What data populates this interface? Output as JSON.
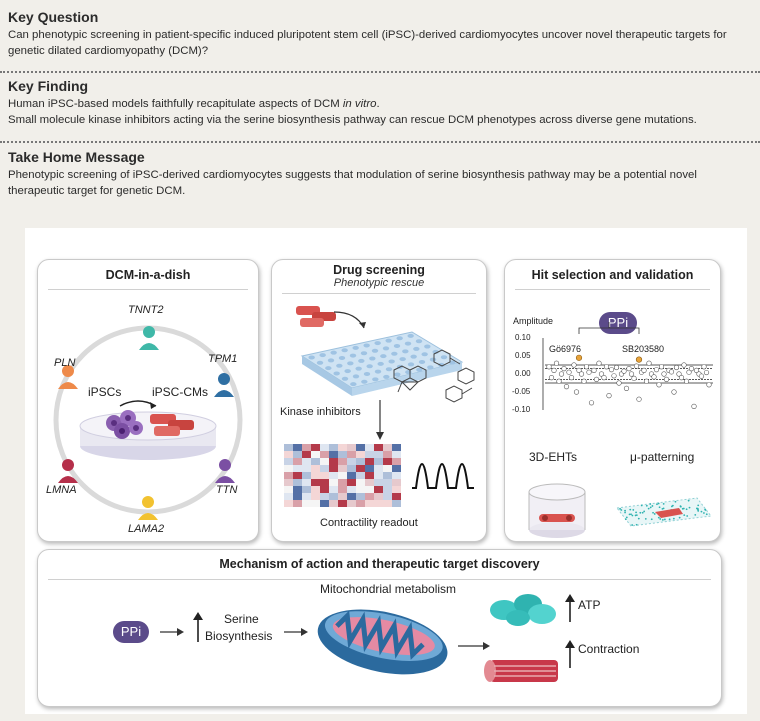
{
  "key_question": {
    "heading": "Key Question",
    "text": "Can phenotypic screening in patient-specific induced pluripotent stem cell (iPSC)-derived cardiomyocytes uncover novel therapeutic targets for genetic dilated cardiomyopathy (DCM)?"
  },
  "key_finding": {
    "heading": "Key Finding",
    "line1_pre": "Human iPSC-based models faithfully recapitulate aspects of DCM ",
    "line1_em": "in vitro",
    "line1_post": ".",
    "line2": "Small molecule kinase inhibitors acting via the serine biosynthesis pathway can rescue DCM phenotypes across diverse gene mutations."
  },
  "take_home": {
    "heading": "Take Home Message",
    "text": "Phenotypic screening of iPSC-derived cardiomyocytes suggests that modulation of serine biosynthesis pathway may be a potential novel therapeutic target for genetic DCM."
  },
  "panel_dcm": {
    "title": "DCM-in-a-dish",
    "genes": [
      "TNNT2",
      "TPM1",
      "TTN",
      "LAMA2",
      "LMNA",
      "PLN"
    ],
    "ipscs": "iPSCs",
    "ipsc_cms": "iPSC-CMs"
  },
  "panel_drug": {
    "title": "Drug screening",
    "subtitle": "Phenotypic rescue",
    "kinase": "Kinase inhibitors",
    "readout": "Contractility readout"
  },
  "panel_hit": {
    "title": "Hit selection and validation",
    "ylabel": "Amplitude",
    "pill": "PPi",
    "hit1": "Gö6976",
    "hit2": "SB203580",
    "ehts": "3D-EHTs",
    "patterning": "μ-patterning"
  },
  "mechanism": {
    "title": "Mechanism of action and therapeutic target discovery",
    "pill": "PPi",
    "serine1": "Serine",
    "serine2": "Biosynthesis",
    "mito": "Mitochondrial metabolism",
    "atp": "ATP",
    "contraction": "Contraction"
  },
  "chart_data": {
    "type": "scatter",
    "ylabel": "Amplitude",
    "ylim": [
      -0.1,
      0.1
    ],
    "yticks": [
      "0.10",
      "0.05",
      "0.00",
      "-0.05",
      "-0.10"
    ],
    "y": [
      0.02,
      -0.01,
      0.01,
      0.03,
      -0.02,
      0.0,
      0.015,
      -0.035,
      0.005,
      -0.01,
      0.025,
      -0.05,
      0.01,
      0.0,
      -0.02,
      0.02,
      0.005,
      -0.08,
      0.01,
      -0.015,
      0.03,
      0.0,
      -0.01,
      0.02,
      -0.06,
      0.012,
      -0.005,
      0.018,
      -0.025,
      0.0,
      0.008,
      -0.04,
      0.015,
      0.0,
      -0.012,
      0.022,
      -0.07,
      0.005,
      0.01,
      -0.02,
      0.03,
      0.0,
      -0.008,
      0.012,
      -0.03,
      0.02,
      0.0,
      -0.015,
      0.01,
      0.006,
      -0.05,
      0.018,
      0.0,
      -0.01,
      0.025,
      -0.02,
      0.005,
      0.015,
      -0.09,
      0.01,
      0.0,
      -0.006,
      0.02,
      0.004,
      -0.03
    ],
    "highlights": [
      {
        "name": "Gö6976",
        "y": 0.045
      },
      {
        "name": "SB203580",
        "y": 0.04
      }
    ],
    "colors": {
      "hit": "#e8a33a",
      "points": "#ffffff",
      "bands": "#222222"
    }
  },
  "colors": {
    "pill": "#5b4b8a",
    "cell_red": "#d9534f",
    "ipsc_purple": "#8a5fb0",
    "mito_blue": "#2b6a9e",
    "muscle_red": "#c8384a",
    "atp_teal": "#3fc6c2"
  }
}
